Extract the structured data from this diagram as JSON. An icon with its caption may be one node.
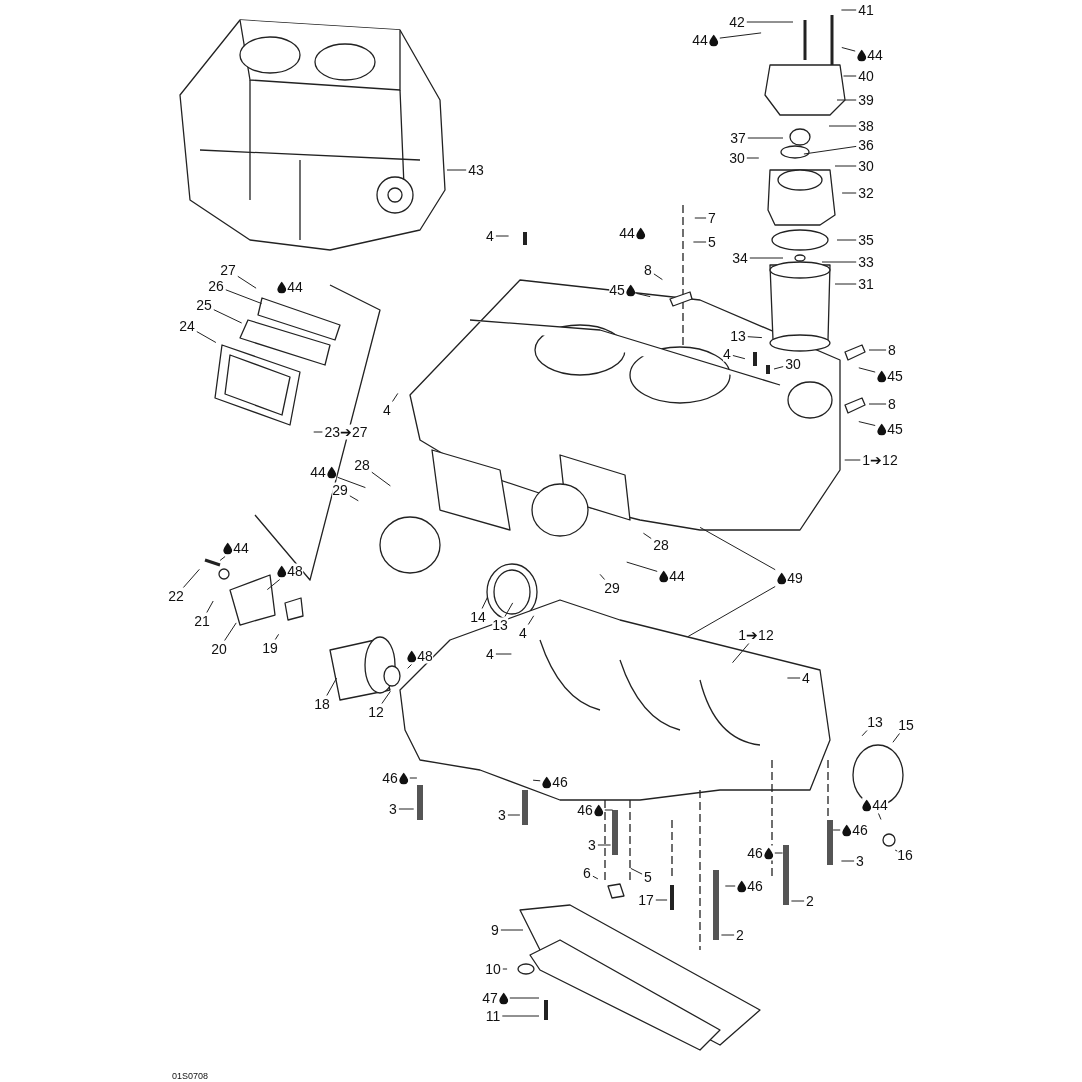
{
  "diagram": {
    "nodes": [
      {
        "text": [
          "41"
        ]
      },
      {
        "text": [
          "42"
        ]
      },
      {
        "text": [
          "44"
        ]
      },
      {
        "text": [
          "44"
        ]
      },
      {
        "text": [
          "40"
        ]
      },
      {
        "text": [
          "39"
        ]
      },
      {
        "text": [
          "38"
        ]
      },
      {
        "text": [
          "37"
        ]
      },
      {
        "text": [
          "36"
        ]
      },
      {
        "text": [
          "30"
        ]
      },
      {
        "text": [
          "30"
        ]
      },
      {
        "text": [
          "32"
        ]
      },
      {
        "text": [
          "7"
        ]
      },
      {
        "text": [
          "5"
        ]
      },
      {
        "text": [
          "35"
        ]
      },
      {
        "text": [
          "34"
        ]
      },
      {
        "text": [
          "33"
        ]
      },
      {
        "text": [
          "31"
        ]
      },
      {
        "text": [
          "4"
        ]
      },
      {
        "text": [
          "8"
        ]
      },
      {
        "text": [
          "45"
        ]
      },
      {
        "text": [
          "13"
        ]
      },
      {
        "text": [
          "4"
        ]
      },
      {
        "text": [
          "30"
        ]
      },
      {
        "text": [
          "8"
        ]
      },
      {
        "text": [
          "45"
        ]
      },
      {
        "text": [
          "8"
        ]
      },
      {
        "text": [
          "45"
        ]
      },
      {
        "text": [
          "1➔12"
        ]
      },
      {
        "text": [
          "27"
        ]
      },
      {
        "text": [
          "26"
        ]
      },
      {
        "text": [
          "25"
        ]
      },
      {
        "text": [
          "24"
        ]
      },
      {
        "text": [
          "4"
        ]
      },
      {
        "text": [
          "23➔27"
        ]
      },
      {
        "text": [
          "28"
        ]
      },
      {
        "text": [
          "44"
        ]
      },
      {
        "text": [
          "29"
        ]
      },
      {
        "text": [
          "44"
        ]
      },
      {
        "text": [
          "48"
        ]
      },
      {
        "text": [
          "22"
        ]
      },
      {
        "text": [
          "21"
        ]
      },
      {
        "text": [
          "20"
        ]
      },
      {
        "text": [
          "19"
        ]
      },
      {
        "text": [
          "28"
        ]
      },
      {
        "text": [
          "29"
        ]
      },
      {
        "text": [
          "44"
        ]
      },
      {
        "text": [
          "49"
        ]
      },
      {
        "text": [
          "14"
        ]
      },
      {
        "text": [
          "13"
        ]
      },
      {
        "text": [
          "4"
        ]
      },
      {
        "text": [
          "4"
        ]
      },
      {
        "text": [
          "1➔12"
        ]
      },
      {
        "text": [
          "4"
        ]
      },
      {
        "text": [
          "48"
        ]
      },
      {
        "text": [
          "18"
        ]
      },
      {
        "text": [
          "12"
        ]
      },
      {
        "text": [
          "13"
        ]
      },
      {
        "text": [
          "15"
        ]
      },
      {
        "text": [
          "46"
        ]
      },
      {
        "text": [
          "46"
        ]
      },
      {
        "text": [
          "3"
        ]
      },
      {
        "text": [
          "3"
        ]
      },
      {
        "text": [
          "46"
        ]
      },
      {
        "text": [
          "44"
        ]
      },
      {
        "text": [
          "46"
        ]
      },
      {
        "text": [
          "3"
        ]
      },
      {
        "text": [
          "16"
        ]
      },
      {
        "text": [
          "3"
        ]
      },
      {
        "text": [
          "46"
        ]
      },
      {
        "text": [
          "6"
        ]
      },
      {
        "text": [
          "5"
        ]
      },
      {
        "text": [
          "46"
        ]
      },
      {
        "text": [
          "2"
        ]
      },
      {
        "text": [
          "17"
        ]
      },
      {
        "text": [
          "9"
        ]
      },
      {
        "text": [
          "2"
        ]
      },
      {
        "text": [
          "10"
        ]
      },
      {
        "text": [
          "47"
        ]
      },
      {
        "text": [
          "11"
        ]
      },
      {
        "text": [
          "43"
        ]
      },
      {
        "text": [
          "44"
        ]
      },
      {
        "text": [
          "44"
        ]
      }
    ],
    "edges": [
      {
        "from": 0,
        "to": null,
        "arrow": "none"
      },
      {
        "from": 1,
        "to": null,
        "arrow": "none"
      },
      {
        "from": 2,
        "to": null,
        "arrow": "none"
      },
      {
        "from": 3,
        "to": null,
        "arrow": "none"
      },
      {
        "from": 4,
        "to": null,
        "arrow": "none"
      },
      {
        "from": 5,
        "to": null,
        "arrow": "none"
      },
      {
        "from": 6,
        "to": null,
        "arrow": "none"
      },
      {
        "from": 7,
        "to": null,
        "arrow": "none"
      },
      {
        "from": 8,
        "to": null,
        "arrow": "none"
      },
      {
        "from": 9,
        "to": null,
        "arrow": "none"
      },
      {
        "from": 10,
        "to": null,
        "arrow": "none"
      },
      {
        "from": 11,
        "to": null,
        "arrow": "none"
      },
      {
        "from": 12,
        "to": null,
        "arrow": "none"
      },
      {
        "from": 13,
        "to": null,
        "arrow": "none"
      },
      {
        "from": 14,
        "to": null,
        "arrow": "none"
      },
      {
        "from": 15,
        "to": null,
        "arrow": "none"
      },
      {
        "from": 16,
        "to": null,
        "arrow": "none"
      },
      {
        "from": 17,
        "to": null,
        "arrow": "none"
      },
      {
        "from": 18,
        "to": null,
        "arrow": "none"
      },
      {
        "from": 19,
        "to": null,
        "arrow": "none"
      },
      {
        "from": 20,
        "to": null,
        "arrow": "none"
      },
      {
        "from": 21,
        "to": null,
        "arrow": "none"
      },
      {
        "from": 22,
        "to": null,
        "arrow": "none"
      },
      {
        "from": 23,
        "to": null,
        "arrow": "none"
      },
      {
        "from": 24,
        "to": null,
        "arrow": "none"
      },
      {
        "from": 25,
        "to": null,
        "arrow": "none"
      },
      {
        "from": 26,
        "to": null,
        "arrow": "none"
      },
      {
        "from": 27,
        "to": null,
        "arrow": "none"
      },
      {
        "from": 28,
        "to": null,
        "arrow": "none"
      },
      {
        "from": 29,
        "to": null,
        "arrow": "none"
      },
      {
        "from": 30,
        "to": null,
        "arrow": "none"
      },
      {
        "from": 31,
        "to": null,
        "arrow": "none"
      },
      {
        "from": 32,
        "to": null,
        "arrow": "none"
      },
      {
        "from": 33,
        "to": null,
        "arrow": "none"
      },
      {
        "from": 34,
        "to": null,
        "arrow": "none"
      },
      {
        "from": 35,
        "to": null,
        "arrow": "none"
      },
      {
        "from": 36,
        "to": null,
        "arrow": "none"
      },
      {
        "from": 37,
        "to": null,
        "arrow": "none"
      },
      {
        "from": 38,
        "to": null,
        "arrow": "none"
      },
      {
        "from": 39,
        "to": null,
        "arrow": "none"
      },
      {
        "from": 40,
        "to": null,
        "arrow": "none"
      },
      {
        "from": 41,
        "to": null,
        "arrow": "none"
      },
      {
        "from": 42,
        "to": null,
        "arrow": "none"
      },
      {
        "from": 43,
        "to": null,
        "arrow": "none"
      },
      {
        "from": 44,
        "to": null,
        "arrow": "none"
      },
      {
        "from": 45,
        "to": null,
        "arrow": "none"
      },
      {
        "from": 46,
        "to": null,
        "arrow": "none"
      },
      {
        "from": 47,
        "to": null,
        "arrow": "none"
      },
      {
        "from": 47,
        "to": null,
        "arrow": "none"
      },
      {
        "from": 48,
        "to": null,
        "arrow": "none"
      },
      {
        "from": 49,
        "to": null,
        "arrow": "none"
      },
      {
        "from": 50,
        "to": null,
        "arrow": "none"
      },
      {
        "from": 51,
        "to": null,
        "arrow": "none"
      },
      {
        "from": 52,
        "to": null,
        "arrow": "none"
      },
      {
        "from": 53,
        "to": null,
        "arrow": "none"
      },
      {
        "from": 54,
        "to": null,
        "arrow": "none"
      },
      {
        "from": 55,
        "to": null,
        "arrow": "none"
      },
      {
        "from": 56,
        "to": null,
        "arrow": "none"
      },
      {
        "from": 57,
        "to": null,
        "arrow": "none"
      },
      {
        "from": 58,
        "to": null,
        "arrow": "none"
      },
      {
        "from": 59,
        "to": null,
        "arrow": "none"
      },
      {
        "from": 60,
        "to": null,
        "arrow": "none"
      },
      {
        "from": 61,
        "to": null,
        "arrow": "none"
      },
      {
        "from": 62,
        "to": null,
        "arrow": "none"
      },
      {
        "from": 63,
        "to": null,
        "arrow": "none"
      },
      {
        "from": 64,
        "to": null,
        "arrow": "none"
      },
      {
        "from": 65,
        "to": null,
        "arrow": "none"
      },
      {
        "from": 66,
        "to": null,
        "arrow": "none"
      },
      {
        "from": 67,
        "to": null,
        "arrow": "none"
      },
      {
        "from": 68,
        "to": null,
        "arrow": "none"
      },
      {
        "from": 69,
        "to": null,
        "arrow": "none"
      },
      {
        "from": 70,
        "to": null,
        "arrow": "none"
      },
      {
        "from": 71,
        "to": null,
        "arrow": "none"
      },
      {
        "from": 72,
        "to": null,
        "arrow": "none"
      },
      {
        "from": 73,
        "to": null,
        "arrow": "none"
      },
      {
        "from": 74,
        "to": null,
        "arrow": "none"
      },
      {
        "from": 75,
        "to": null,
        "arrow": "none"
      },
      {
        "from": 76,
        "to": null,
        "arrow": "none"
      },
      {
        "from": 77,
        "to": null,
        "arrow": "none"
      },
      {
        "from": 78,
        "to": null,
        "arrow": "none"
      },
      {
        "from": 79,
        "to": null,
        "arrow": "none"
      },
      {
        "from": 80,
        "to": null,
        "arrow": "none"
      }
    ],
    "labels": [
      "01S0708"
    ]
  }
}
